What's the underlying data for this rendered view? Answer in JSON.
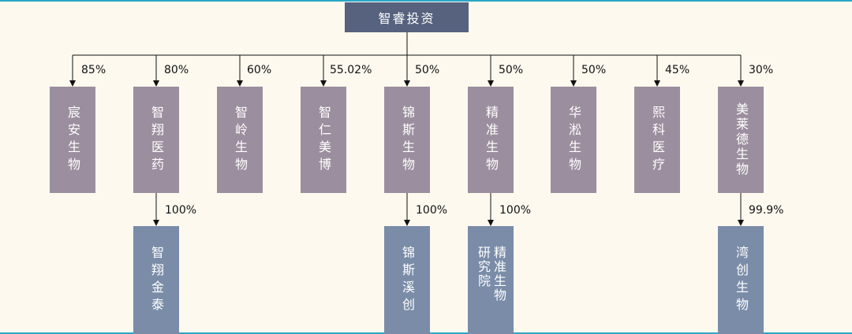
{
  "root": {
    "label": "智睿投资"
  },
  "subsidiaries": [
    {
      "label": "宸安生物",
      "percent": "85%"
    },
    {
      "label": "智翔医药",
      "percent": "80%"
    },
    {
      "label": "智岭生物",
      "percent": "60%"
    },
    {
      "label": "智仁美博",
      "percent": "55.02%"
    },
    {
      "label": "锦斯生物",
      "percent": "50%"
    },
    {
      "label": "精准生物",
      "percent": "50%"
    },
    {
      "label": "华淞生物",
      "percent": "50%"
    },
    {
      "label": "熙科医疗",
      "percent": "45%"
    },
    {
      "label": "美莱德生物",
      "percent": "30%"
    }
  ],
  "second_level": [
    {
      "parent": 1,
      "label": "智翔金泰",
      "percent": "100%"
    },
    {
      "parent": 4,
      "label": "锦斯溪创",
      "percent": "100%"
    },
    {
      "parent": 5,
      "label": "精准生物研究院",
      "percent": "100%"
    },
    {
      "parent": 8,
      "label": "湾创生物",
      "percent": "99.9%"
    }
  ],
  "colors": {
    "root_fill": "#56627e",
    "child_fill": "#9b8e9e",
    "grandchild_fill": "#7a8ca8",
    "line": "#111111",
    "background": "#fdf9ef",
    "frame": "#2ba6c6"
  }
}
